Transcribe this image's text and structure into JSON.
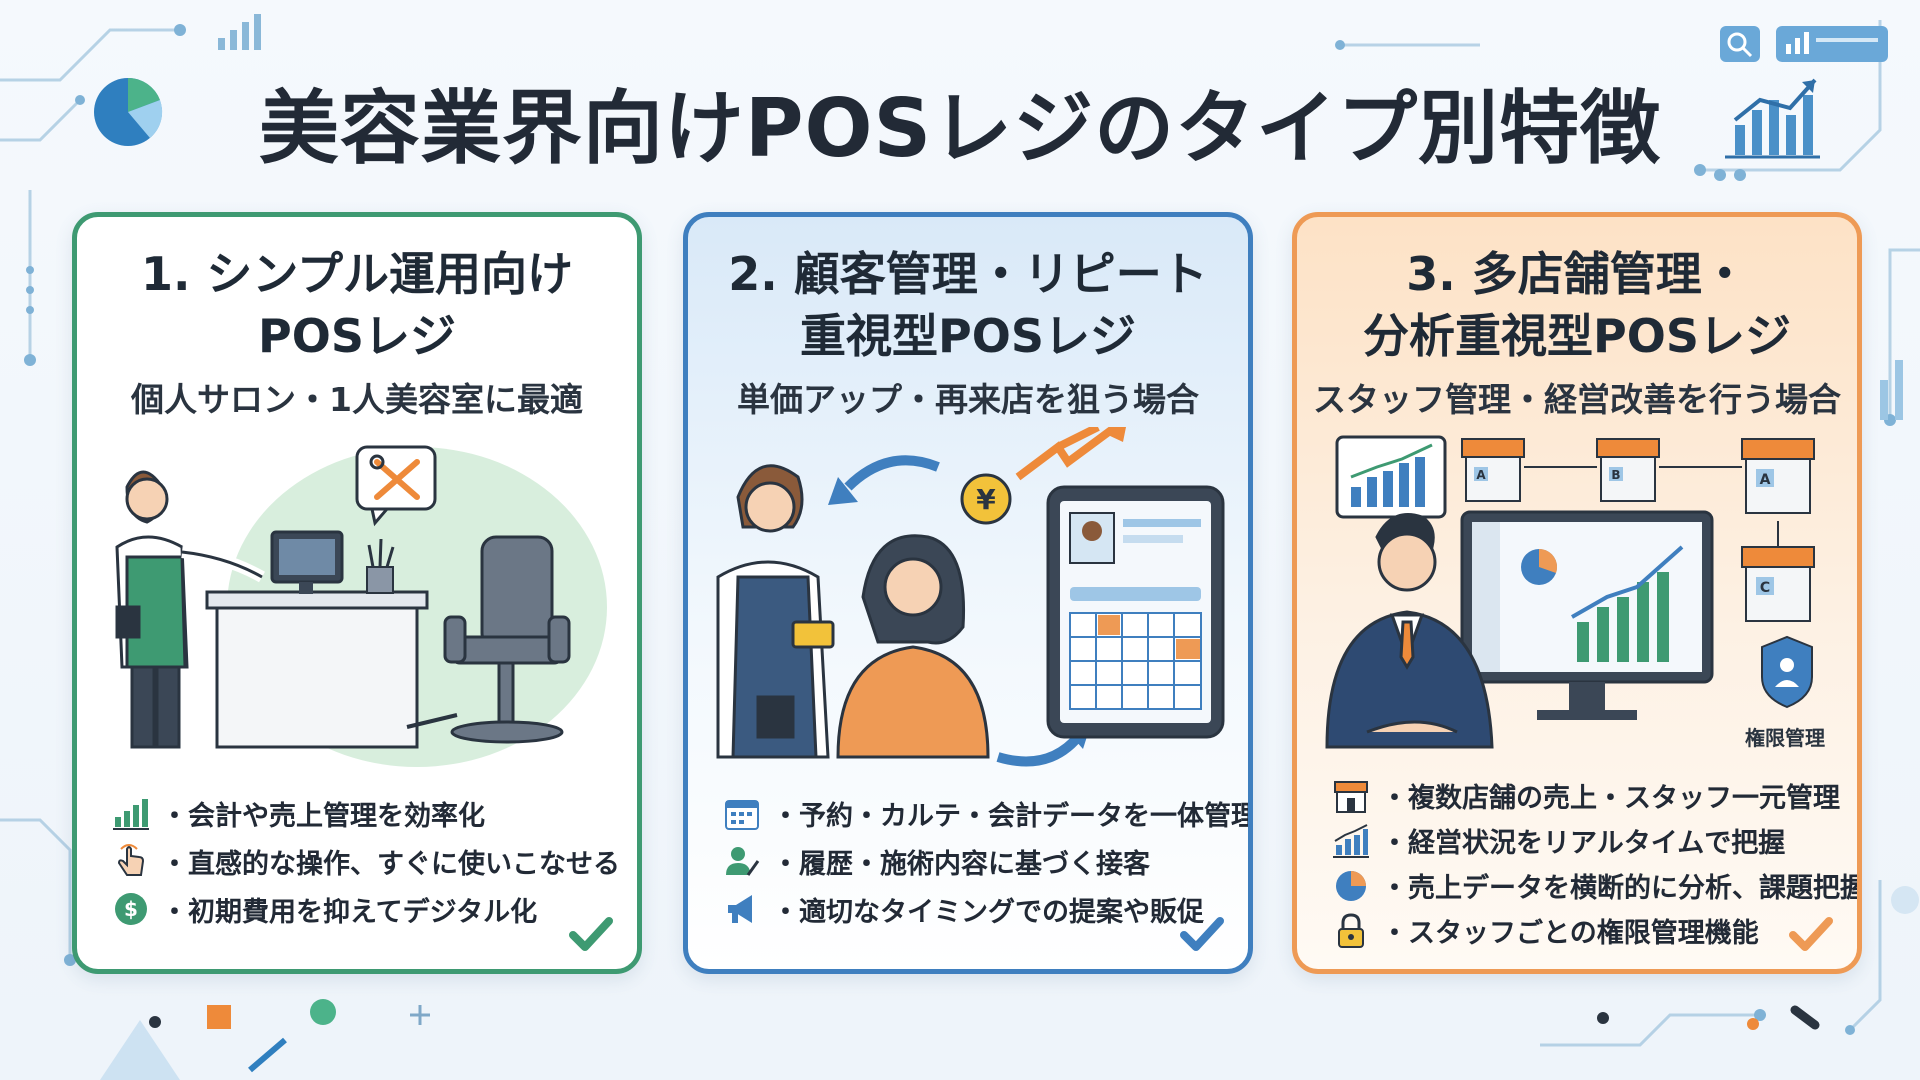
{
  "title": "美容業界向けPOSレジのタイプ別特徴",
  "colors": {
    "green": "#3e9a72",
    "blue": "#3f7fbf",
    "orange": "#ee9a55"
  },
  "cards": [
    {
      "title_line1": "1. シンプル運用向け",
      "title_line2": "POSレジ",
      "subtitle": "個人サロン・1人美容室に最適",
      "features": [
        {
          "icon": "bar-chart-icon",
          "text": "・会計や売上管理を効率化"
        },
        {
          "icon": "tap-hand-icon",
          "text": "・直感的な操作、すぐに使いこなせる"
        },
        {
          "icon": "dollar-coin-icon",
          "text": "・初期費用を抑えてデジタル化"
        }
      ]
    },
    {
      "title_line1": "2. 顧客管理・リピート",
      "title_line2": "重視型POSレジ",
      "subtitle": "単価アップ・再来店を狙う場合",
      "coin_label": "¥",
      "features": [
        {
          "icon": "calendar-icon",
          "text": "・予約・カルテ・会計データを一体管理"
        },
        {
          "icon": "person-pen-icon",
          "text": "・履歴・施術内容に基づく接客"
        },
        {
          "icon": "megaphone-icon",
          "text": "・適切なタイミングでの提案や販促"
        }
      ]
    },
    {
      "title_line1": "3. 多店舗管理・",
      "title_line2": "分析重視型POSレジ",
      "subtitle": "スタッフ管理・経営改善を行う場合",
      "store_labels": [
        "A",
        "B",
        "A",
        "C"
      ],
      "shield_label": "権限管理",
      "features": [
        {
          "icon": "store-icon",
          "text": "・複数店舗の売上・スタッフ一元管理"
        },
        {
          "icon": "trend-chart-icon",
          "text": "・経営状況をリアルタイムで把握"
        },
        {
          "icon": "pie-chart-icon",
          "text": "・売上データを横断的に分析、課題把握"
        },
        {
          "icon": "lock-icon",
          "text": "・スタッフごとの権限管理機能"
        }
      ]
    }
  ]
}
